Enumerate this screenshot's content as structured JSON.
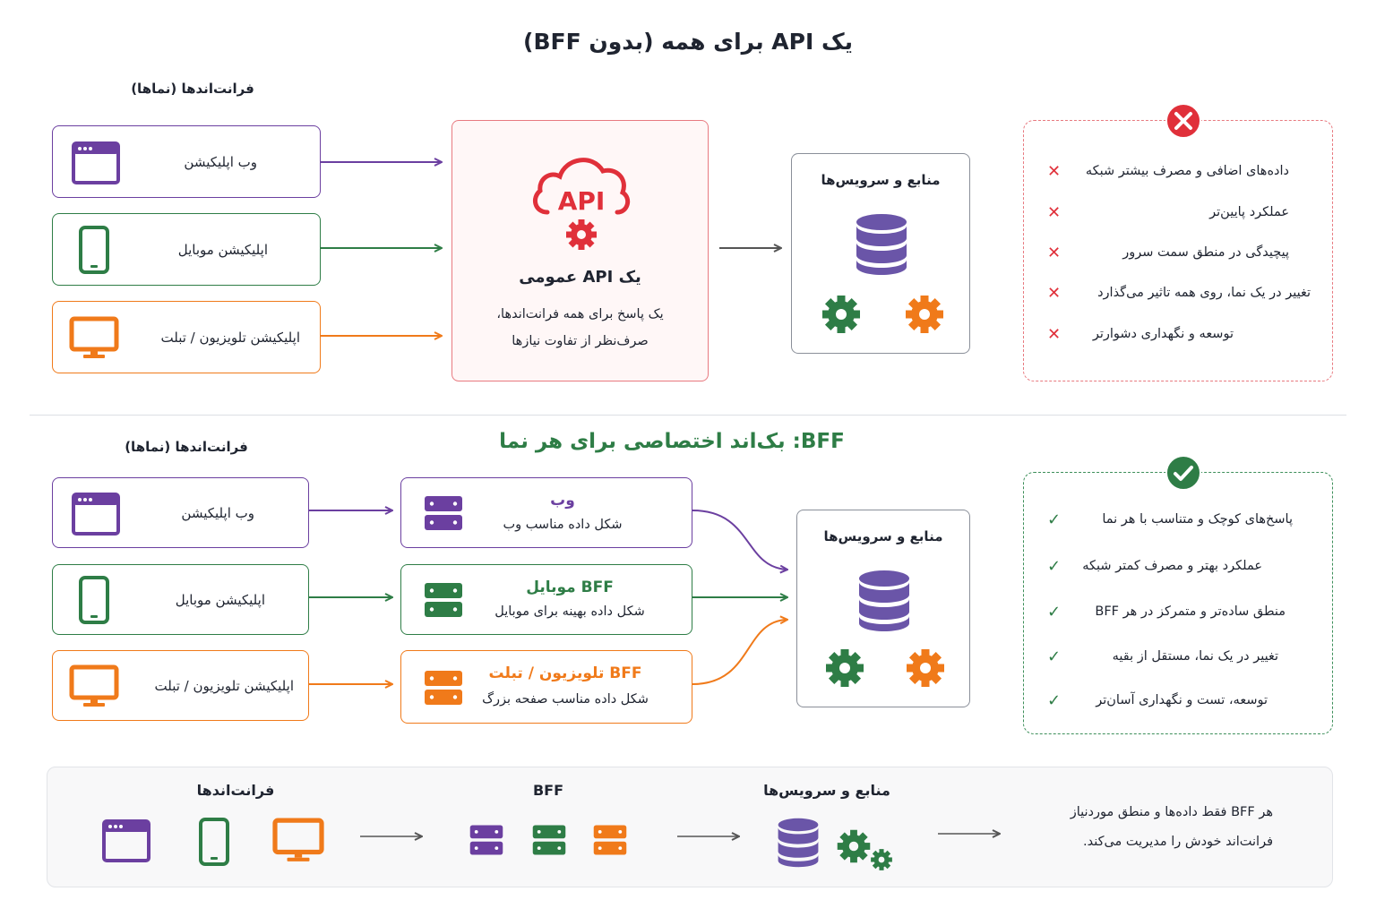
{
  "top": {
    "title": "یک API برای همه (بدون BFF)",
    "frontends_header": "فرانت‌اندها (نماها)",
    "frontends": [
      {
        "label": "وب اپلیکیشن",
        "icon": "browser-window-icon",
        "color": "#6b3fa0"
      },
      {
        "label": "اپلیکیشن موبایل",
        "icon": "mobile-phone-icon",
        "color": "#2e7d46"
      },
      {
        "label": "اپلیکیشن تلویزیون / تبلت",
        "icon": "monitor-icon",
        "color": "#f07a1a"
      }
    ],
    "api": {
      "icon_text": "API",
      "title": "یک API عمومی",
      "desc_line1": "یک پاسخ برای همه فرانت‌اندها،",
      "desc_line2": "صرف‌نظر از تفاوت نیازها",
      "color": "#e0303a"
    },
    "services_title": "منابع و سرویس‌ها",
    "cons": [
      "داده‌های اضافی و مصرف بیشتر شبکه",
      "عملکرد پایین‌تر",
      "پیچیدگی در منطق سمت سرور",
      "تغییر در یک نما، روی همه تاثیر می‌گذارد",
      "توسعه و نگهداری دشوارتر"
    ]
  },
  "bottom": {
    "title": "BFF: بک‌اند اختصاصی برای هر نما",
    "frontends_header": "فرانت‌اندها (نماها)",
    "frontends": [
      {
        "label": "وب اپلیکیشن",
        "color": "#6b3fa0"
      },
      {
        "label": "اپلیکیشن موبایل",
        "color": "#2e7d46"
      },
      {
        "label": "اپلیکیشن تلویزیون / تبلت",
        "color": "#f07a1a"
      }
    ],
    "bffs": [
      {
        "title": "وب",
        "subtitle": "شکل داده مناسب وب",
        "color": "#6b3fa0"
      },
      {
        "title": "BFF موبایل",
        "subtitle": "شکل داده بهینه برای موبایل",
        "color": "#2e7d46"
      },
      {
        "title": "BFF تلویزیون / تبلت",
        "subtitle": "شکل داده مناسب صفحه بزرگ",
        "color": "#f07a1a"
      }
    ],
    "services_title": "منابع و سرویس‌ها",
    "pros": [
      "پاسخ‌های کوچک و متناسب با هر نما",
      "عملکرد بهتر و مصرف کمتر شبکه",
      "منطق ساده‌تر و متمرکز در هر BFF",
      "تغییر در یک نما، مستقل از بقیه",
      "توسعه، تست و نگهداری آسان‌تر"
    ]
  },
  "summary": {
    "frontends_label": "فرانت‌اندها",
    "bff_label": "BFF",
    "services_label": "منابع و سرویس‌ها",
    "note_line1": "هر BFF فقط داده‌ها و منطق موردنیاز",
    "note_line2": "فرانت‌اند خودش را مدیریت می‌کند."
  },
  "colors": {
    "purple": "#6b3fa0",
    "green": "#2e7d46",
    "orange": "#f07a1a",
    "red": "#e0303a",
    "dark": "#1f2430",
    "db": "#6a55a8"
  }
}
